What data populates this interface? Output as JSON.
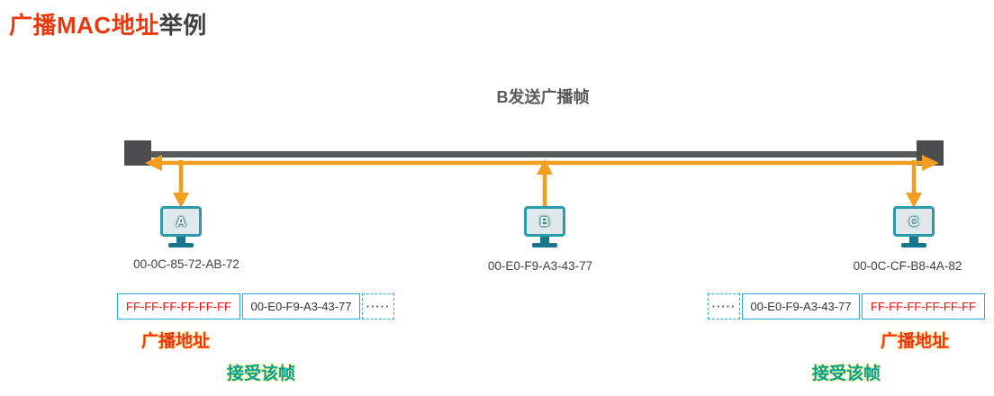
{
  "title": {
    "highlight": "广播MAC地址",
    "rest": "举例"
  },
  "caption": "B发送广播帧",
  "hosts": [
    {
      "name": "A",
      "mac": "00-0C-85-72-AB-72"
    },
    {
      "name": "B",
      "mac": "00-E0-F9-A3-43-77"
    },
    {
      "name": "C",
      "mac": "00-0C-CF-B8-4A-82"
    }
  ],
  "frame_left": {
    "dest": "FF-FF-FF-FF-FF-FF",
    "src": "00-E0-F9-A3-43-77",
    "more": "·····"
  },
  "frame_right": {
    "more": "·····",
    "src": "00-E0-F9-A3-43-77",
    "dest": "FF-FF-FF-FF-FF-FF"
  },
  "annotations": {
    "broadcast_address": "广播地址",
    "accept_frame": "接受该帧"
  },
  "colors": {
    "title_red": "#e8380c",
    "bus_gray": "#58595b",
    "terminator_gray": "#4c4c4e",
    "arrow_orange": "#f49d1f",
    "frame_border_blue": "#29abe2",
    "dest_red": "#ff0000",
    "broadcast_label_red": "#f0330f",
    "accept_label_teal": "#00a289",
    "monitor_teal": "#2b9aaa"
  }
}
